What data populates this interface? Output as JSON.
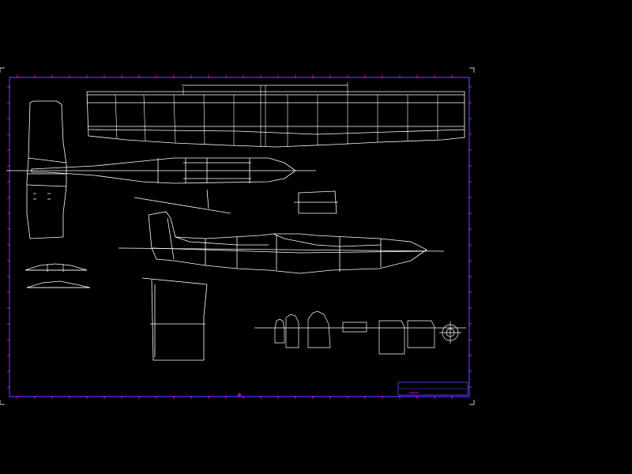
{
  "colors": {
    "background": "#000000",
    "drawing_lines": "#ffffff",
    "frame": "#5a2bff",
    "rulers": "#e000e0",
    "viewport_corners": "#c8c8c8",
    "title_block": "#5050ff",
    "origin_marker": "#ff00ff"
  },
  "drawing": {
    "has_title_block": true,
    "has_ruler_ticks": true,
    "views": [
      "wing-plan",
      "tail-plan",
      "fuselage-top",
      "fuselage-side",
      "wing-sections",
      "bulkheads",
      "stabilizer"
    ]
  },
  "notes": {
    "title_lines": [],
    "info_lines": [],
    "block_lines": []
  }
}
